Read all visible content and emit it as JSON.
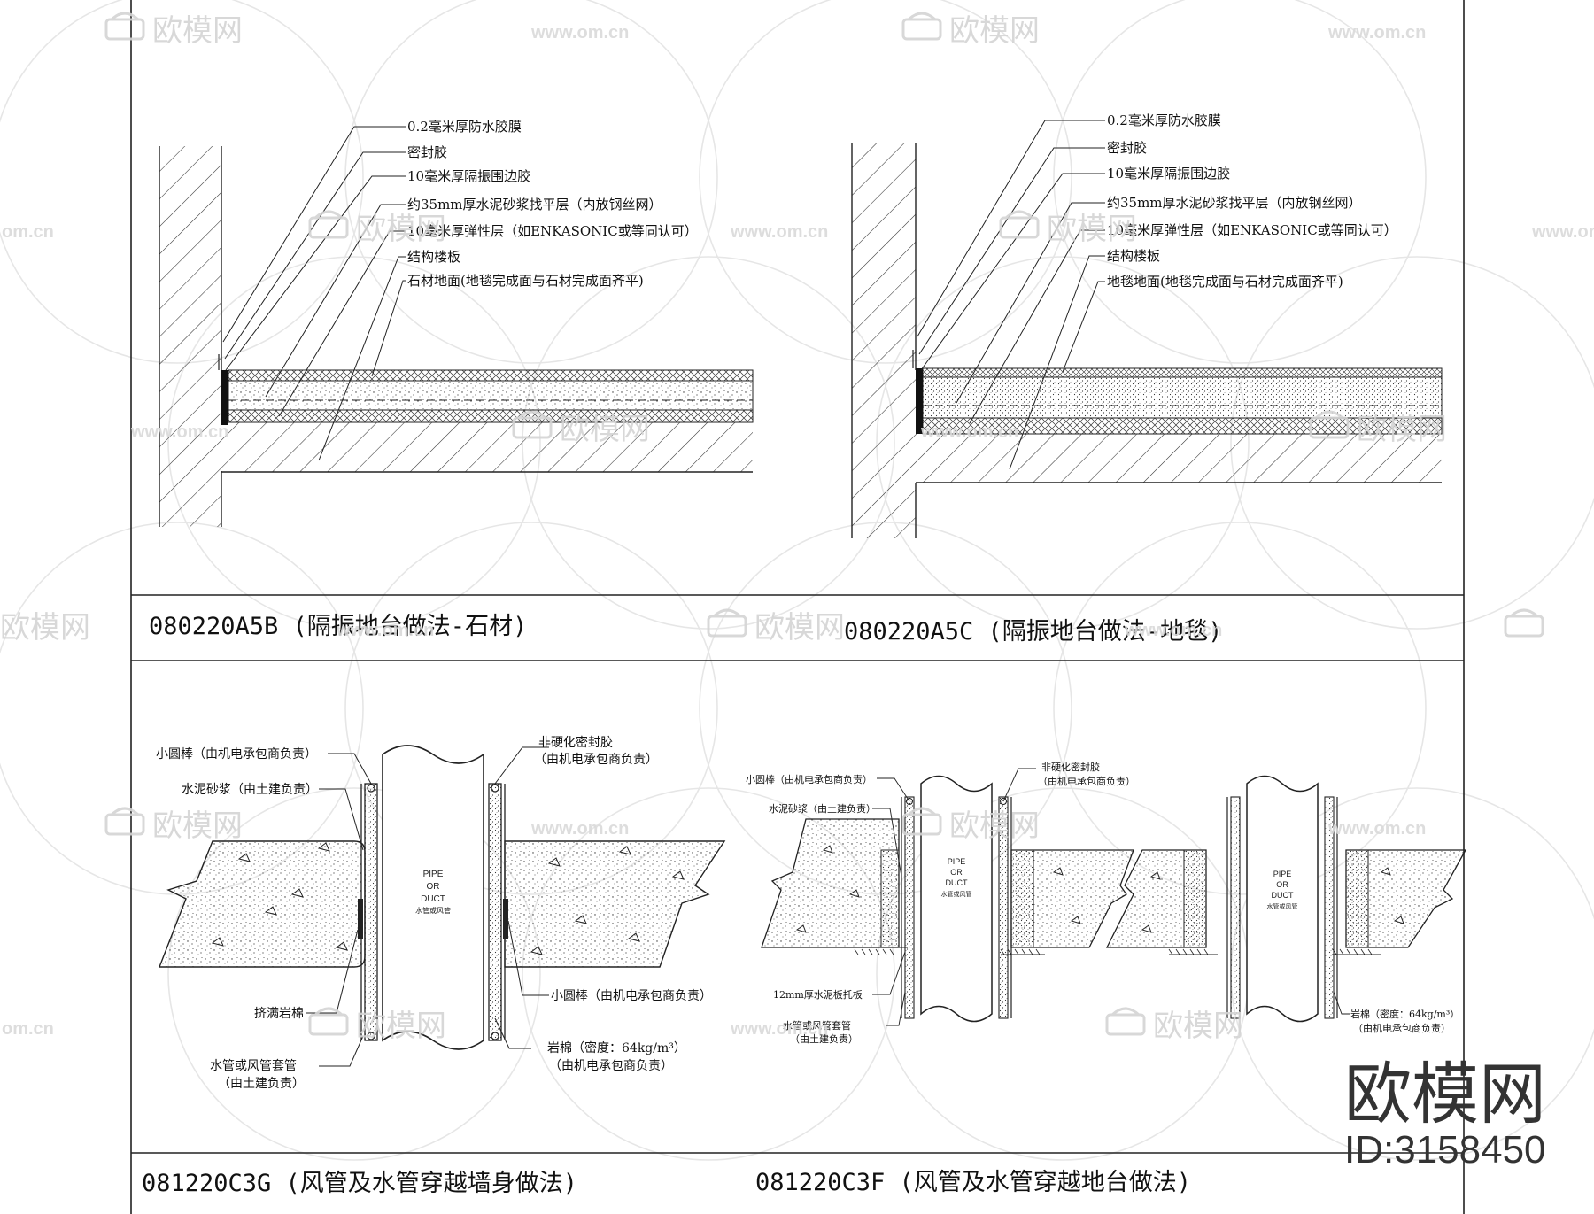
{
  "panels": {
    "a5b": {
      "caption": "080220A5B (隔振地台做法-石材)",
      "labels": [
        "0.2毫米厚防水胶膜",
        "密封胶",
        "10毫米厚隔振围边胶",
        "约35mm厚水泥砂浆找平层（内放钢丝网）",
        "10毫米厚弹性层（如ENKASONIC或等同认可）",
        "结构楼板",
        "石材地面(地毯完成面与石材完成面齐平)"
      ]
    },
    "a5c": {
      "caption": "080220A5C (隔振地台做法-地毯)",
      "labels": [
        "0.2毫米厚防水胶膜",
        "密封胶",
        "10毫米厚隔振围边胶",
        "约35mm厚水泥砂浆找平层（内放钢丝网）",
        "10毫米厚弹性层（如ENKASONIC或等同认可）",
        "结构楼板",
        "地毯地面(地毯完成面与石材完成面齐平)"
      ]
    },
    "c3g": {
      "caption": "081220C3G (风管及水管穿越墙身做法)",
      "pipe_text": [
        "PIPE",
        "OR",
        "DUCT",
        "水管或风管"
      ],
      "left_top": [
        "小圆棒（由机电承包商负责）",
        "水泥砂浆（由土建负责）"
      ],
      "right_top": [
        "非硬化密封胶",
        "（由机电承包商负责）"
      ],
      "left_bottom": [
        "挤满岩棉",
        "水管或风管套管",
        "（由土建负责）"
      ],
      "right_bottom": [
        "小圆棒（由机电承包商负责）",
        "岩棉（密度：64kg/m³）",
        "（由机电承包商负责）"
      ]
    },
    "c3f": {
      "caption": "081220C3F (风管及水管穿越地台做法)",
      "pipe_text": [
        "PIPE",
        "OR",
        "DUCT",
        "水管或风管"
      ],
      "left_top": [
        "小圆棒（由机电承包商负责）",
        "水泥砂浆（由土建负责）"
      ],
      "right_top": [
        "非硬化密封胶",
        "（由机电承包商负责）"
      ],
      "left_bottom": [
        "12mm厚水泥板托板",
        "水管或风管套管",
        "（由土建负责）"
      ],
      "right_bottom": [
        "岩棉（密度：64kg/m³）",
        "（由机电承包商负责）"
      ]
    }
  },
  "watermark": {
    "text": "欧模网",
    "url": "www.om.cn",
    "url_short": "om.cn"
  },
  "brand": {
    "name": "欧模网",
    "id": "ID:3158450"
  }
}
